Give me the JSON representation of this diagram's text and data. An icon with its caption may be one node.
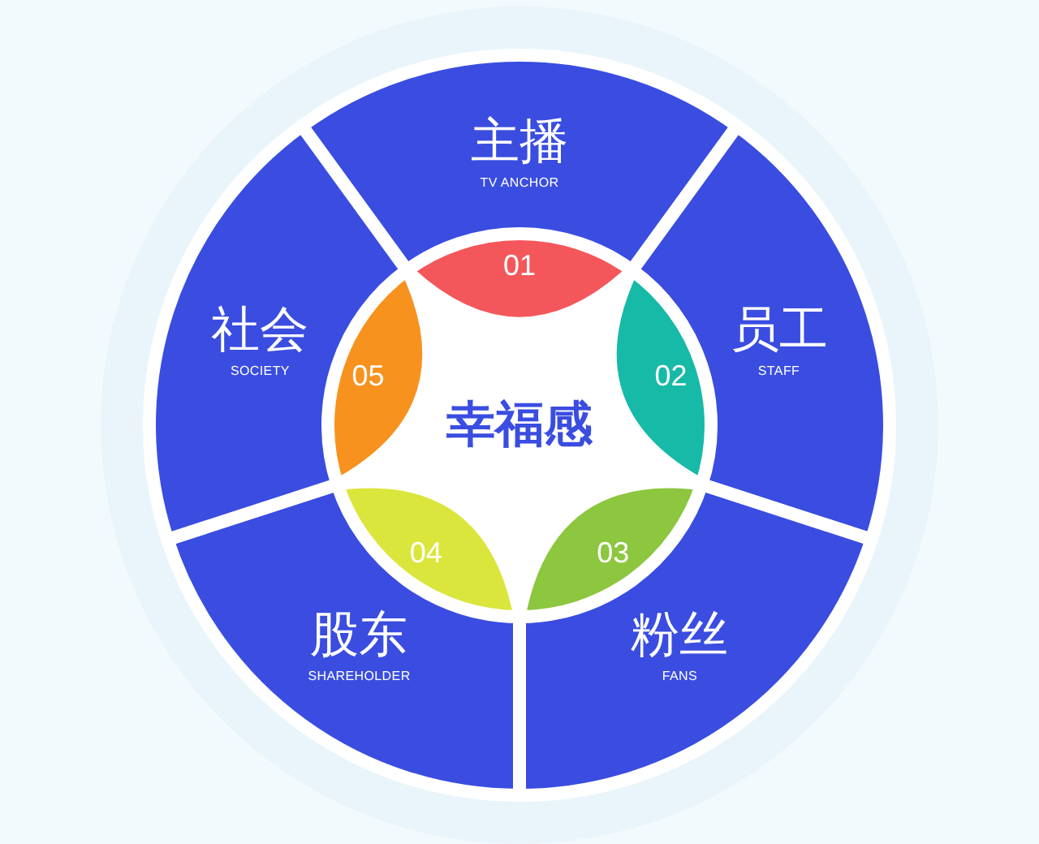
{
  "diagram": {
    "nodes": [
      {
        "text": [
          "主播",
          "TV ANCHOR"
        ]
      },
      {
        "text": [
          "员工",
          "STAFF"
        ]
      },
      {
        "text": [
          "粉丝",
          "FANS"
        ]
      },
      {
        "text": [
          "股东",
          "SHAREHOLDER"
        ]
      },
      {
        "text": [
          "社会",
          "SOCIETY"
        ]
      },
      {
        "text": [
          "01"
        ]
      },
      {
        "text": [
          "02"
        ]
      },
      {
        "text": [
          "03"
        ]
      },
      {
        "text": [
          "04"
        ]
      },
      {
        "text": [
          "05"
        ]
      },
      {
        "text": [
          "幸福感"
        ]
      }
    ]
  }
}
